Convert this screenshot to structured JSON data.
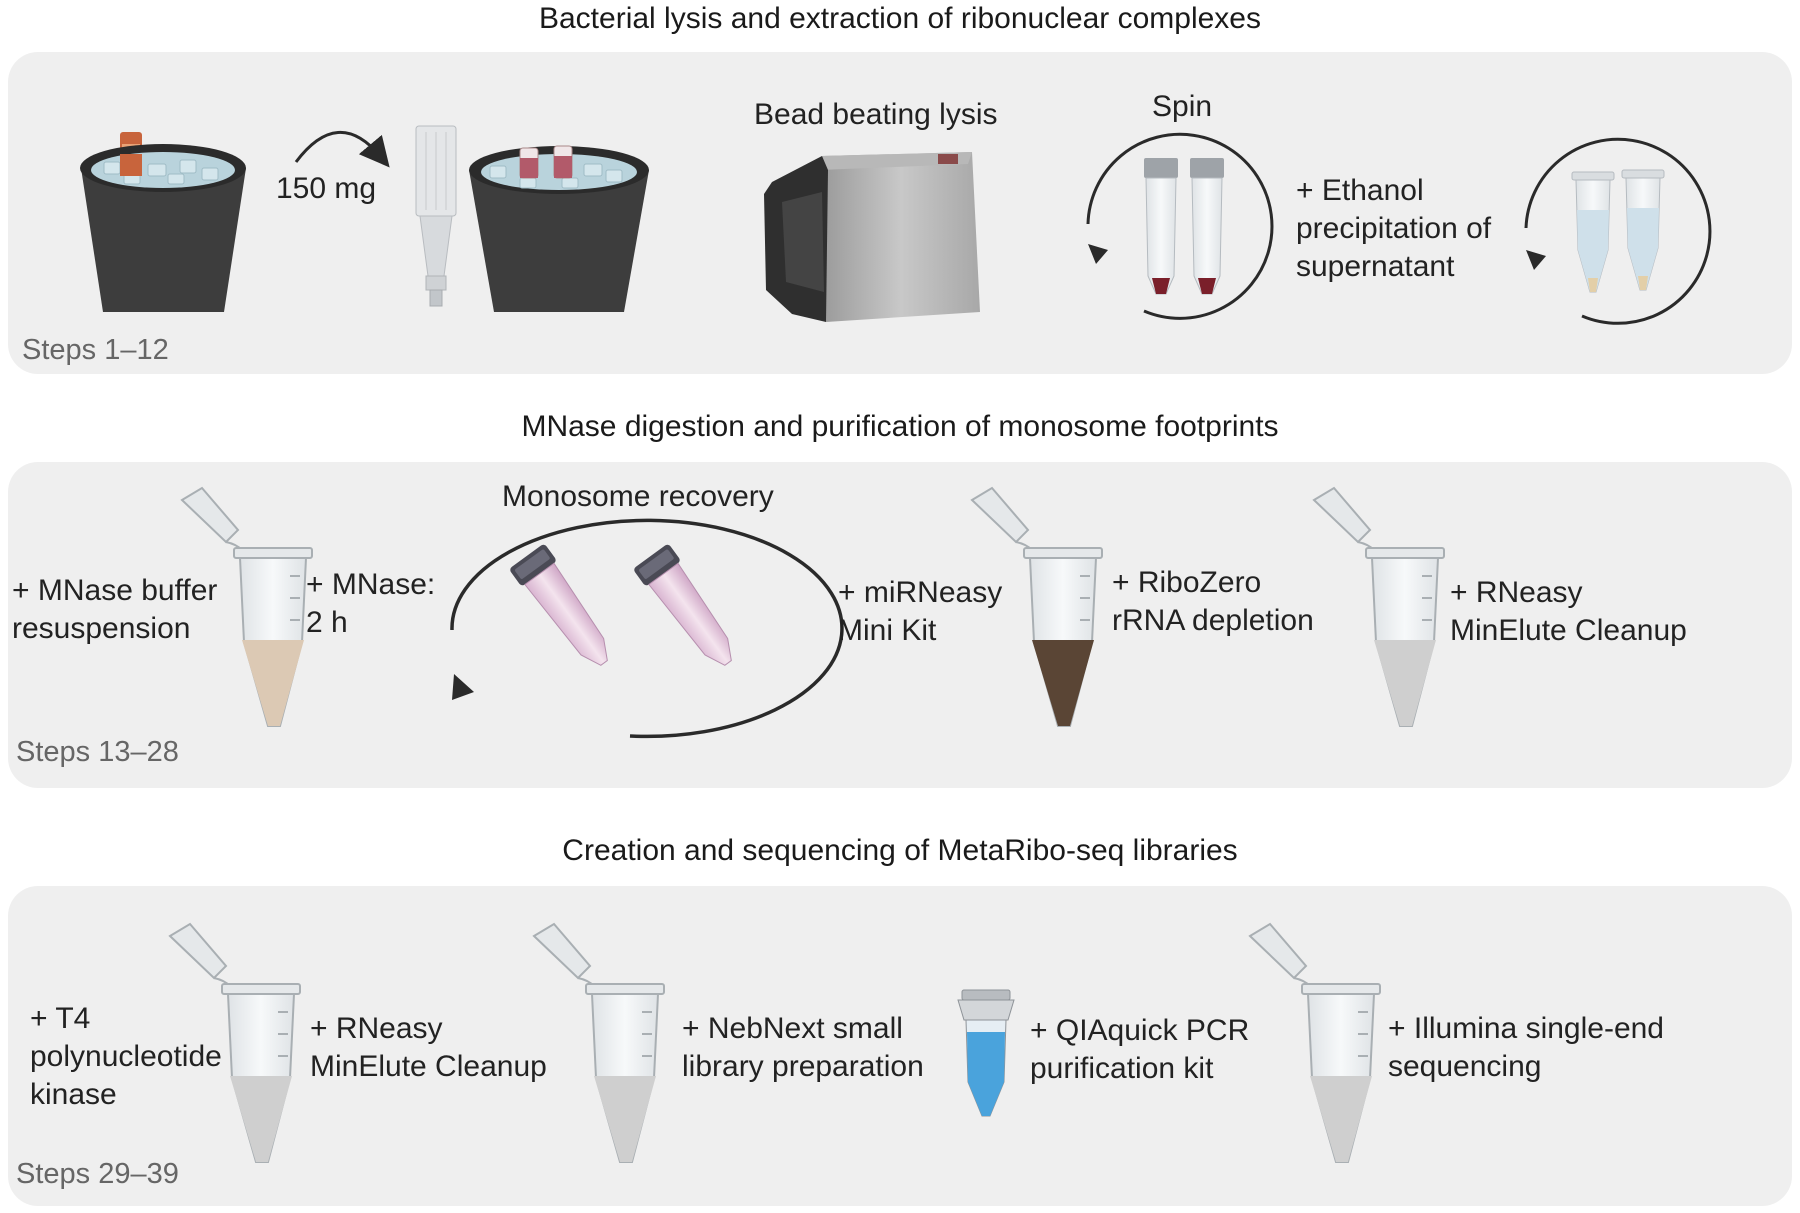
{
  "sections": [
    {
      "title": "Bacterial lysis and extraction of ribonuclear complexes",
      "steps": "Steps 1–12",
      "labels": {
        "weight": "150 mg",
        "bead_beating": "Bead beating lysis",
        "spin": "Spin",
        "ethanol": "+ Ethanol\nprecipitation of\nsupernatant"
      }
    },
    {
      "title": "MNase digestion and purification of monosome footprints",
      "steps": "Steps 13–28",
      "labels": {
        "mnase_buffer": "+ MNase buffer\nresuspension",
        "mnase": "+ MNase:\n2 h",
        "monosome_recovery": "Monosome recovery",
        "mirneasy": "+ miRNeasy\nMini Kit",
        "ribozero": "+ RiboZero\nrRNA depletion",
        "rneasy": "+ RNeasy\nMinElute Cleanup"
      }
    },
    {
      "title": "Creation and sequencing of MetaRibo-seq libraries",
      "steps": "Steps 29–39",
      "labels": {
        "t4": "+ T4\npolynucleotide\nkinase",
        "rneasy": "+ RNeasy\nMinElute Cleanup",
        "nebnext": "+ NebNext small\nlibrary preparation",
        "qiaquick": "+ QIAquick PCR\npurification kit",
        "illumina": "+ Illumina single-end\nsequencing"
      }
    }
  ],
  "colors": {
    "panel_bg": "#efefef",
    "bucket": "#3a3a3a",
    "ice": "#bcd6de",
    "sample_tube_cap": "#c8643c",
    "pellet": "#7a1f2a",
    "beige_liquid": "#dcc9b4",
    "brown_liquid": "#5a4535",
    "grey_liquid": "#cfcfcf",
    "blue_liquid": "#4aa3dc",
    "vial_tint": "#e7c6d9"
  }
}
